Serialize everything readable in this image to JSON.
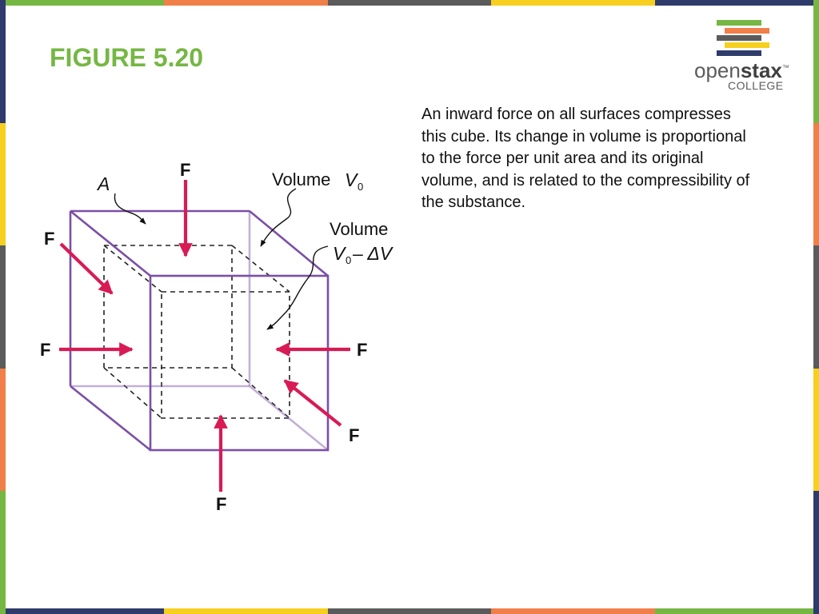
{
  "frame": {
    "top_colors": [
      "#76b744",
      "#f07f4a",
      "#5b5b5b",
      "#f6cf1f",
      "#2e3b6b"
    ],
    "bottom_colors": [
      "#2e3b6b",
      "#f6cf1f",
      "#5b5b5b",
      "#f07f4a",
      "#76b744"
    ],
    "side_colors": [
      "#2e3b6b",
      "#f6cf1f",
      "#5b5b5b",
      "#f07f4a",
      "#76b744"
    ]
  },
  "slide": {
    "title": "FIGURE 5.20",
    "title_color": "#76b744",
    "description": "An inward force on all surfaces compresses this cube. Its change in volume is proportional to the force per unit area and its original volume, and is related to the compressibility of the substance."
  },
  "logo": {
    "word_light": "open",
    "word_bold": "stax",
    "trademark": "™",
    "subtitle": "COLLEGE",
    "stripe_colors": [
      "#76b744",
      "#f07f4a",
      "#5b5b5b",
      "#f6cf1f",
      "#2e3b6b"
    ]
  },
  "diagram": {
    "force_label": "F",
    "area_label": "A",
    "volume_word": "Volume",
    "v_symbol": "V",
    "subscript_zero": "0",
    "minus_delta": "– ΔV",
    "cube_color": "#7b4fa6",
    "arrow_color": "#d81b55"
  }
}
